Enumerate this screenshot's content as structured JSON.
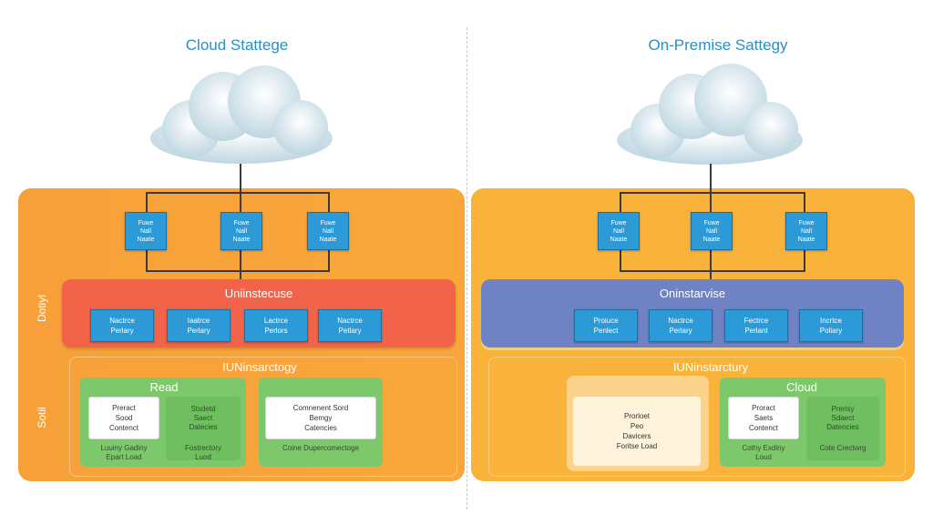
{
  "left": {
    "title": "Cloud Stattege",
    "nodes": [
      "Fuwe\nNall\nNaate",
      "Fuwe\nNall\nNaate",
      "Fuwe\nNall\nNaate"
    ],
    "side_top": "Dotiyl",
    "side_bottom": "Sotil",
    "band_title": "Uniinstecuse",
    "band_items": [
      "Nactrce\nPerlary",
      "Iaatrce\nPerlary",
      "Lactrce\nPerlors",
      "Nactrce\nPetlary"
    ],
    "section_title": "IUNinsarctogy",
    "group1": {
      "title": "Read",
      "card_a": "Preract\nSood\nContenct",
      "card_b": "Stsdetd\nSaect\nDatecies",
      "caption_a": "Luuiny Gadiny\nEpart Load",
      "caption_b": "Fostrectory\nLuod"
    },
    "group2": {
      "card": "Comnenent Sord\nBemgy\nCatencies",
      "caption": "Coine Dupercomectoge"
    }
  },
  "right": {
    "title": "On-Premise Sattegy",
    "nodes": [
      "Fuwe\nNall\nNaate",
      "Fuwe\nNall\nNaate",
      "Fuwe\nNall\nNaate"
    ],
    "band_title": "Oninstarvise",
    "band_items": [
      "Proiuce\nPenlect",
      "Nactrce\nPerlary",
      "Fectrce\nPerlant",
      "Incrtce\nPoliary"
    ],
    "section_title": "IUNinstarctury",
    "cream_card": "Prorloet\nPeo\nDavicers\nForitse Load",
    "group": {
      "title": "Cloud",
      "card_a": "Proract\nSaets\nContenct",
      "card_b": "Prerisy\nSdaect\nDatencies",
      "caption_a": "Cothy Exdiny\nLoud",
      "caption_b": "Cote Crectwrg"
    }
  },
  "colors": {
    "left_panel": "#f7a03a",
    "right_panel": "#f9b23a",
    "left_band": "#f26449",
    "right_band": "#6f83c4",
    "node_blue": "#2b9ad6",
    "group_green": "#7dc86a",
    "title_blue": "#2a8fc1"
  }
}
